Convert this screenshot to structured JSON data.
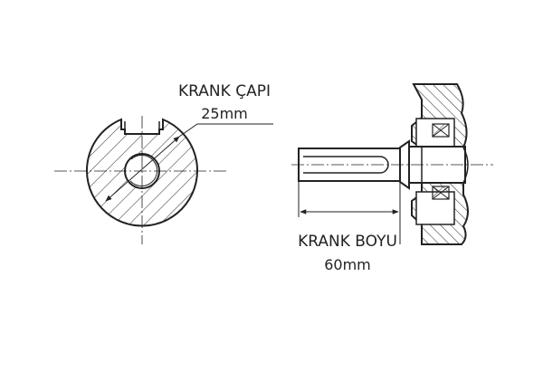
{
  "diameter": {
    "title": "KRANK ÇAPI",
    "value": "25mm"
  },
  "length": {
    "title": "KRANK BOYU",
    "value": "60mm"
  },
  "colors": {
    "line": "#222222",
    "background": "#ffffff"
  }
}
